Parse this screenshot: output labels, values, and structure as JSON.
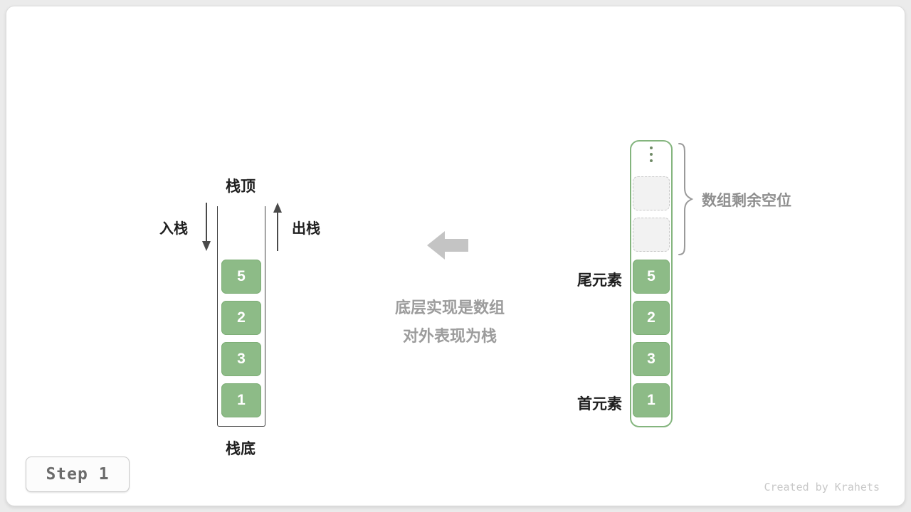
{
  "colors": {
    "green": "#8dbb87",
    "green-border": "#7eae77",
    "array-border": "#84b57e",
    "dark": "#3f3f3f",
    "label": "#1f1f1f",
    "muted": "#9c9c9c",
    "muted-label": "#8f8f8f",
    "arrow-gray": "#c4c4c4",
    "dashed-bg": "#f2f2f2",
    "dashed-border": "#c8c8c8",
    "dot": "#6f8a66",
    "step-text": "#6b6b6b",
    "credit": "#c8c8c8"
  },
  "stack": {
    "top_label": "栈顶",
    "bottom_label": "栈底",
    "push_label": "入栈",
    "pop_label": "出栈",
    "values": [
      "5",
      "2",
      "3",
      "1"
    ]
  },
  "explanation": {
    "line1": "底层实现是数组",
    "line2": "对外表现为栈"
  },
  "array": {
    "tail_label": "尾元素",
    "head_label": "首元素",
    "brace_label": "数组剩余空位",
    "empty_slot_count": 2,
    "values": [
      "5",
      "2",
      "3",
      "1"
    ]
  },
  "footer": {
    "step_label": "Step 1",
    "credit": "Created by Krahets"
  }
}
